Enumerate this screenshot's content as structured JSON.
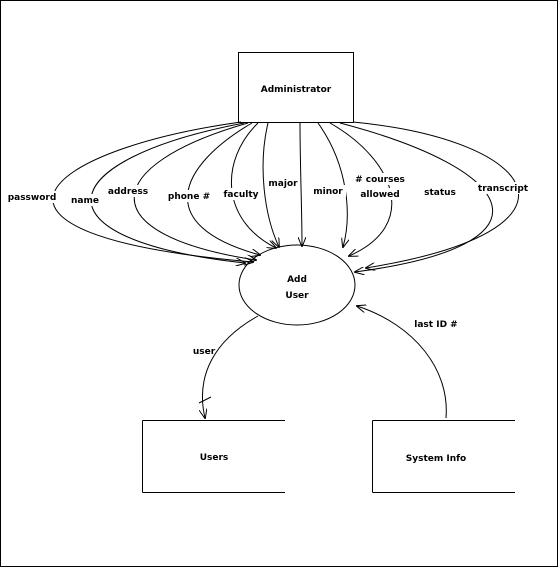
{
  "diagram": {
    "entities": {
      "administrator": "Administrator"
    },
    "process": {
      "line1": "Add",
      "line2": "User"
    },
    "stores": {
      "users": "Users",
      "system_info": "System Info"
    },
    "flows": {
      "password": "password",
      "name": "name",
      "address": "address",
      "phone": "phone #",
      "faculty": "faculty",
      "major": "major",
      "minor": "minor",
      "courses_line1": "# courses",
      "courses_line2": "allowed",
      "status": "status",
      "transcript": "transcript",
      "user": "user",
      "last_id": "last ID #"
    }
  }
}
